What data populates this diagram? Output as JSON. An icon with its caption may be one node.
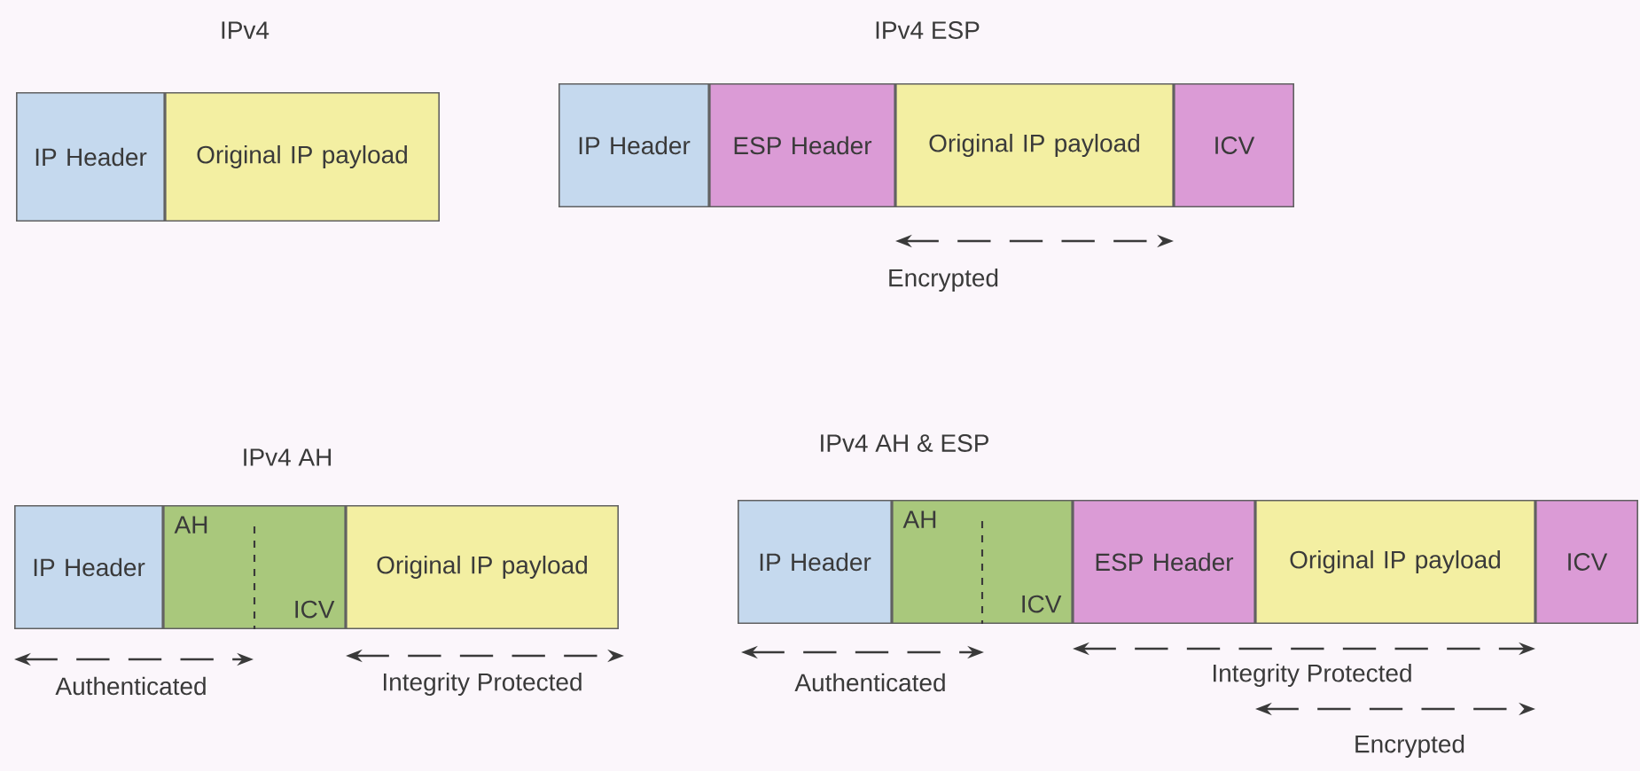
{
  "diagram": {
    "nodes": [
      {
        "text": [
          "IP Header"
        ]
      },
      {
        "text": [
          "Original IP payload"
        ]
      },
      {
        "text": [
          "IP Header"
        ]
      },
      {
        "text": [
          "ESP Header"
        ]
      },
      {
        "text": [
          "Original IP payload"
        ]
      },
      {
        "text": [
          "ICV"
        ]
      },
      {
        "text": [
          "IP Header"
        ]
      },
      {
        "text": [
          "AH",
          "ICV"
        ]
      },
      {
        "text": [
          "Original IP payload"
        ]
      },
      {
        "text": [
          "IP Header"
        ]
      },
      {
        "text": [
          "AH",
          "ICV"
        ]
      },
      {
        "text": [
          "ESP Header"
        ]
      },
      {
        "text": [
          "Original IP payload"
        ]
      },
      {
        "text": [
          "ICV"
        ]
      }
    ],
    "edges": [],
    "labels": [
      "IPv4",
      "IPv4 ESP",
      "Encrypted",
      "IPv4 AH",
      "IPv4 AH & ESP",
      "Authenticated",
      "Integrity Protected",
      "Authenticated",
      "Integrity Protected",
      "Encrypted"
    ]
  }
}
